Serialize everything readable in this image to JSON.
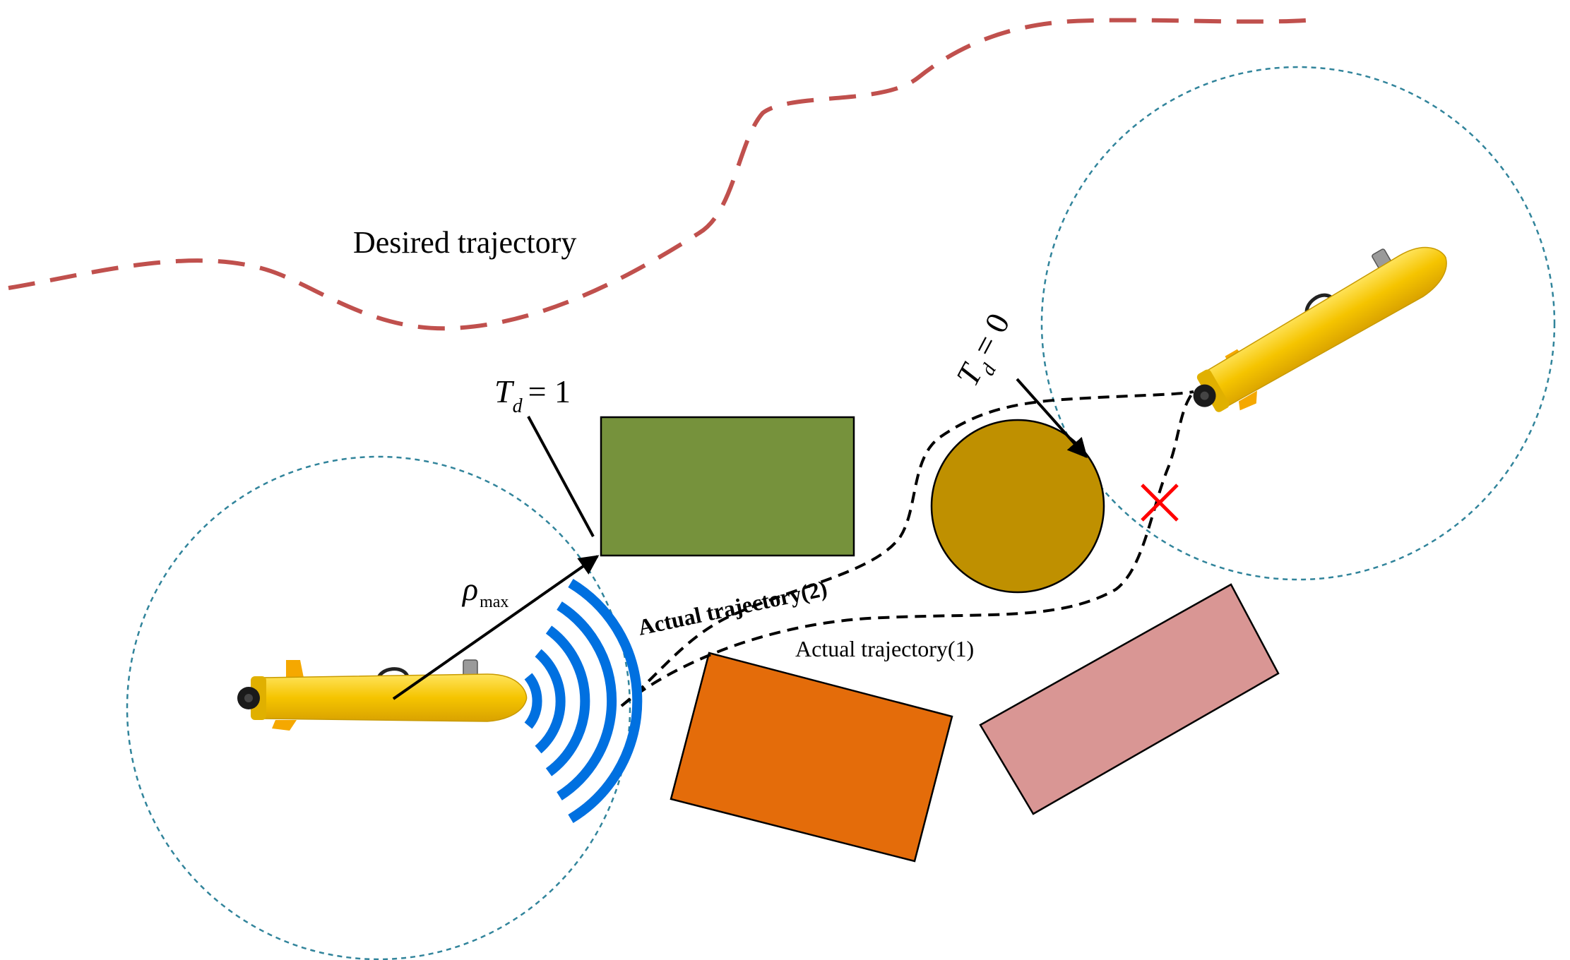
{
  "labels": {
    "desired_trajectory": "Desired trajectory",
    "actual_trajectory_1": "Actual trajectory(1)",
    "actual_trajectory_2": "Actual trajectory(2)",
    "td_one": {
      "symbol": "T",
      "subscript": "d",
      "relation": "= 1"
    },
    "td_zero": {
      "symbol": "T",
      "subscript": "d",
      "relation": "= 0"
    },
    "rho_max": {
      "symbol": "ρ",
      "subscript": "max"
    }
  },
  "colors": {
    "desired_trajectory": "#c0504d",
    "sensing_circle": "#31849b",
    "obstacle_rectangle_green": "#76923c",
    "obstacle_circle_gold": "#bf9000",
    "obstacle_rectangle_orange": "#e46c0a",
    "obstacle_rectangle_pink": "#d99694",
    "sonar_waves": "#0070e0",
    "fail_marker": "#ff0000",
    "auv_body": "#f5c400"
  },
  "icons": {
    "vehicle": "auv-icon",
    "sonar": "sonar-waves-icon",
    "failure": "red-x-icon"
  }
}
